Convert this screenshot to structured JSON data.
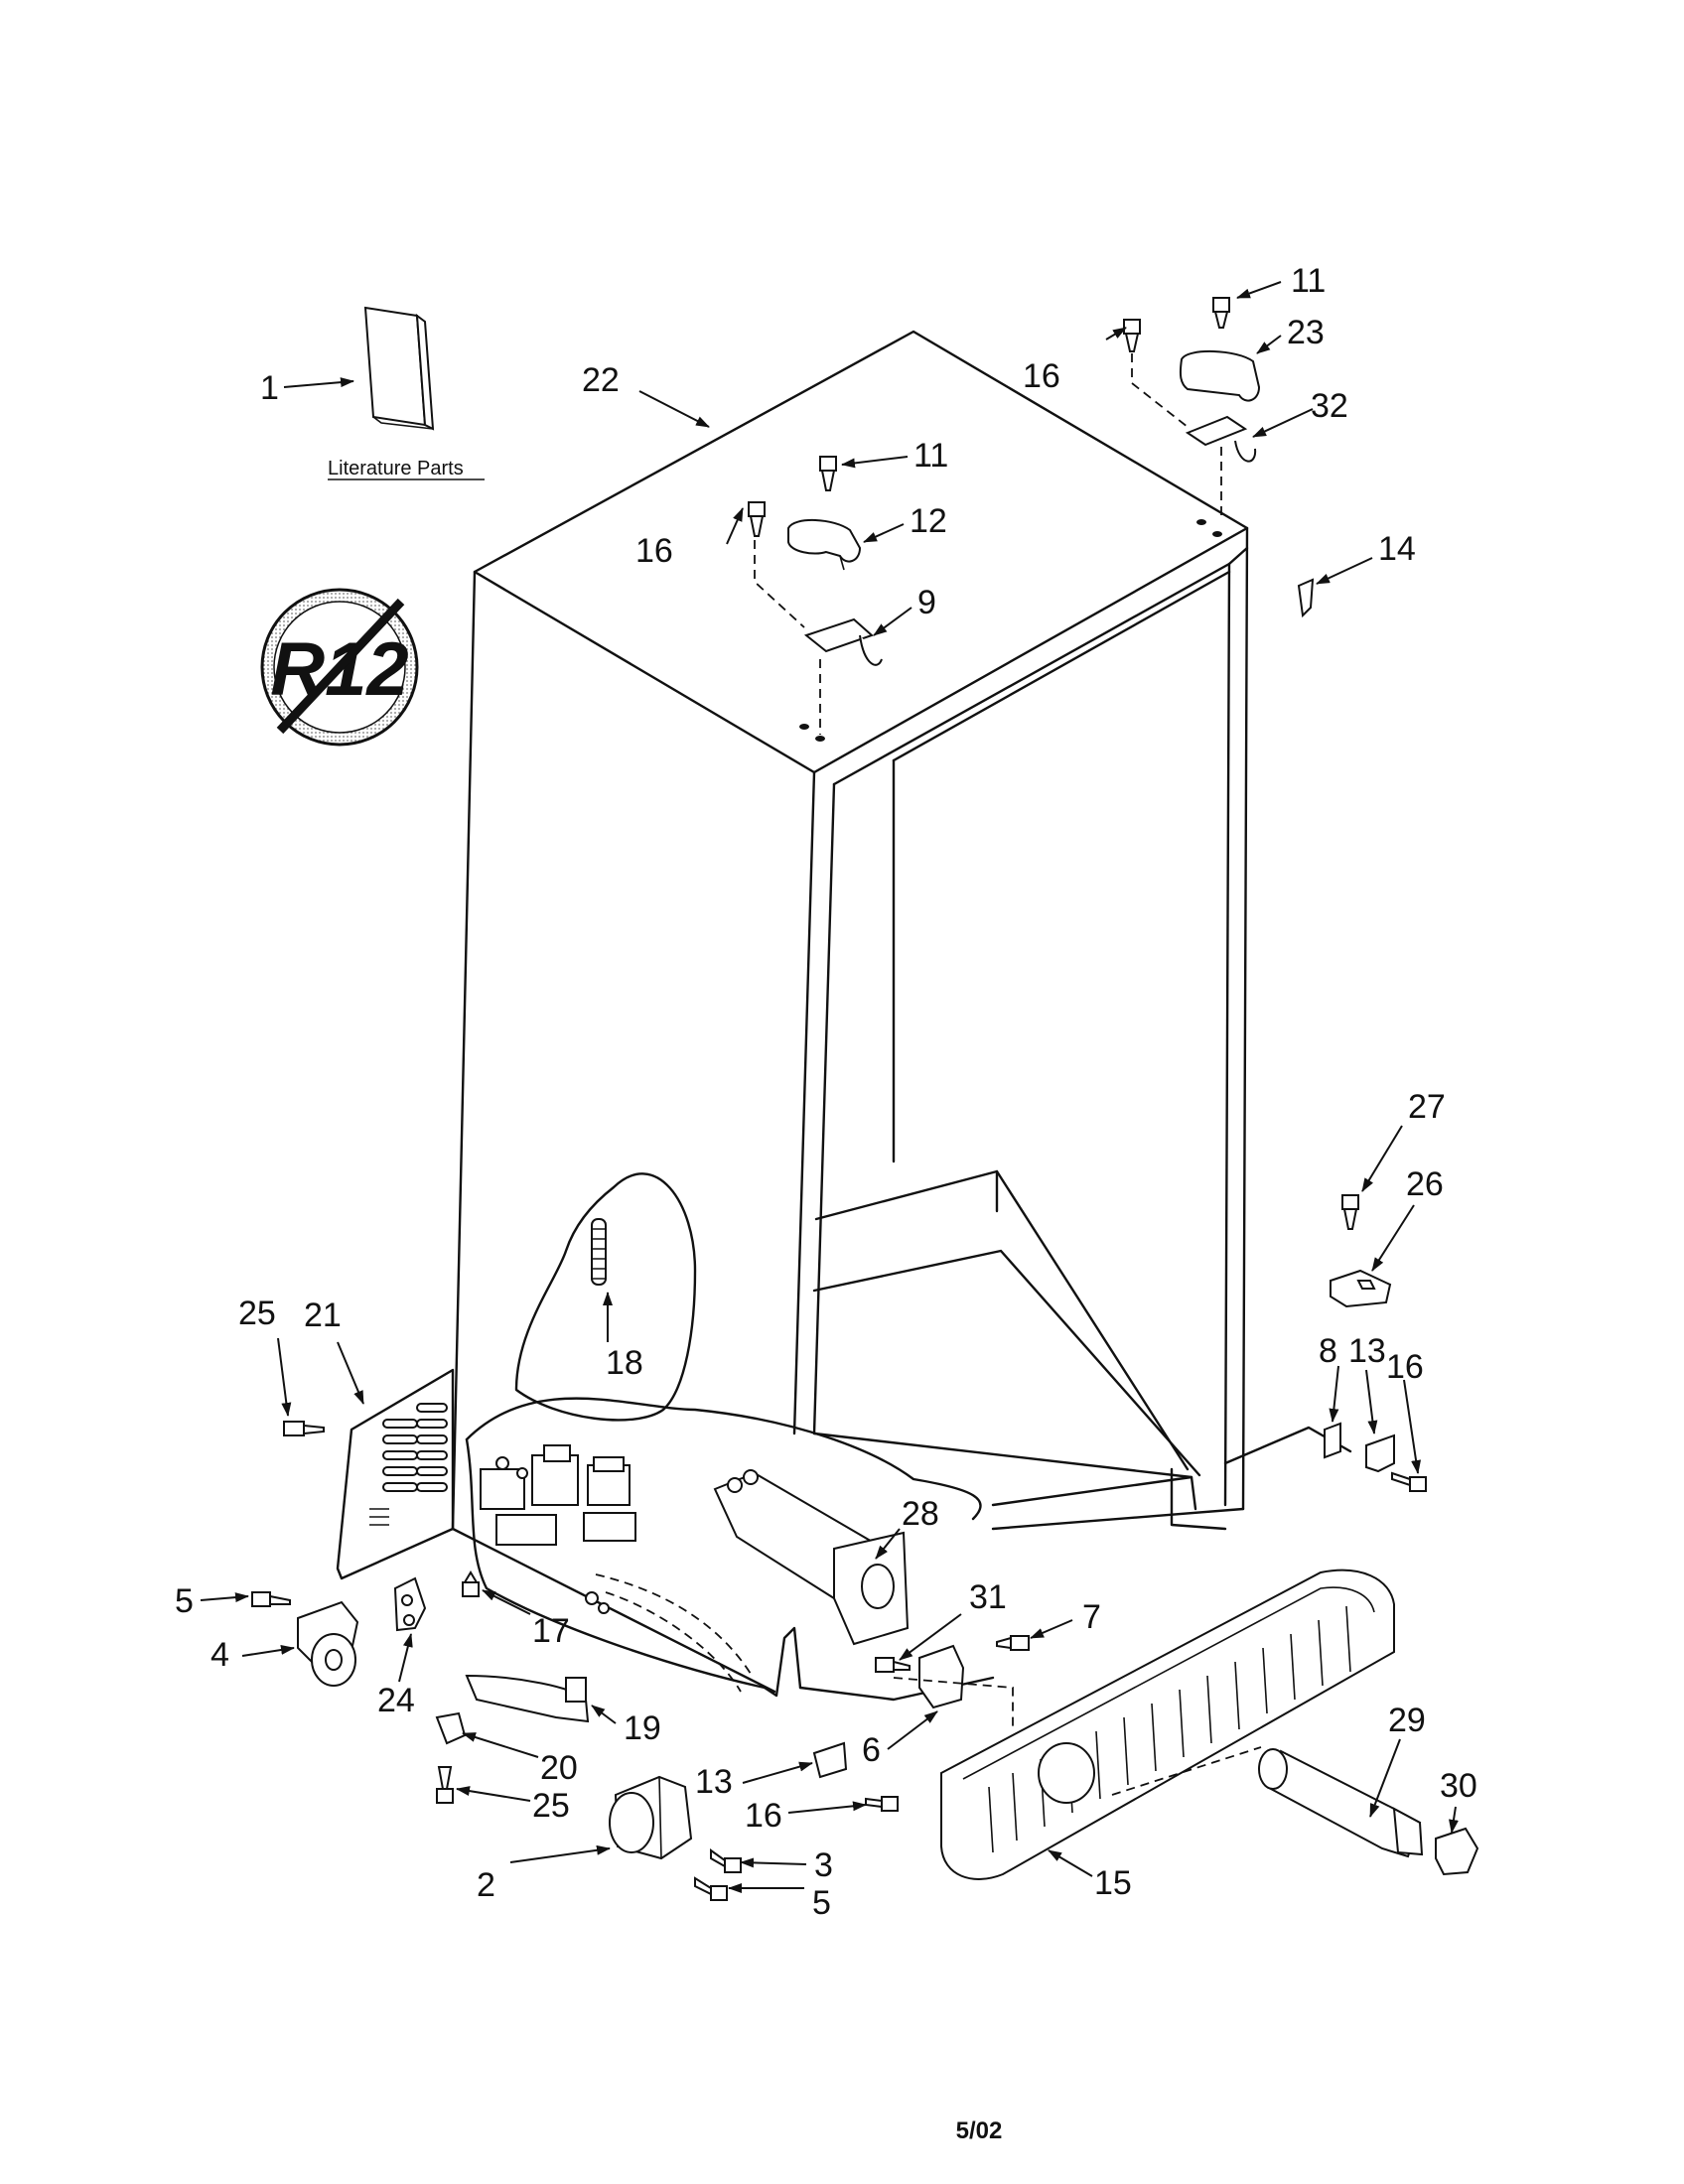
{
  "footer": {
    "date_code": "5/02"
  },
  "literature": {
    "caption": "Literature Parts"
  },
  "badge": {
    "text": "R12"
  },
  "callouts": [
    {
      "id": "c1",
      "label": "1"
    },
    {
      "id": "c2",
      "label": "2"
    },
    {
      "id": "c3",
      "label": "3"
    },
    {
      "id": "c4",
      "label": "4"
    },
    {
      "id": "c5a",
      "label": "5"
    },
    {
      "id": "c5b",
      "label": "5"
    },
    {
      "id": "c6",
      "label": "6"
    },
    {
      "id": "c7",
      "label": "7"
    },
    {
      "id": "c8",
      "label": "8"
    },
    {
      "id": "c9",
      "label": "9"
    },
    {
      "id": "c11a",
      "label": "11"
    },
    {
      "id": "c11b",
      "label": "11"
    },
    {
      "id": "c12",
      "label": "12"
    },
    {
      "id": "c13a",
      "label": "13"
    },
    {
      "id": "c13b",
      "label": "13"
    },
    {
      "id": "c14",
      "label": "14"
    },
    {
      "id": "c15",
      "label": "15"
    },
    {
      "id": "c16a",
      "label": "16"
    },
    {
      "id": "c16b",
      "label": "16"
    },
    {
      "id": "c16c",
      "label": "16"
    },
    {
      "id": "c16d",
      "label": "16"
    },
    {
      "id": "c17",
      "label": "17"
    },
    {
      "id": "c18",
      "label": "18"
    },
    {
      "id": "c19",
      "label": "19"
    },
    {
      "id": "c20",
      "label": "20"
    },
    {
      "id": "c21",
      "label": "21"
    },
    {
      "id": "c22",
      "label": "22"
    },
    {
      "id": "c23",
      "label": "23"
    },
    {
      "id": "c24",
      "label": "24"
    },
    {
      "id": "c25a",
      "label": "25"
    },
    {
      "id": "c25b",
      "label": "25"
    },
    {
      "id": "c26",
      "label": "26"
    },
    {
      "id": "c27",
      "label": "27"
    },
    {
      "id": "c28",
      "label": "28"
    },
    {
      "id": "c29",
      "label": "29"
    },
    {
      "id": "c30",
      "label": "30"
    },
    {
      "id": "c31",
      "label": "31"
    },
    {
      "id": "c32",
      "label": "32"
    }
  ]
}
